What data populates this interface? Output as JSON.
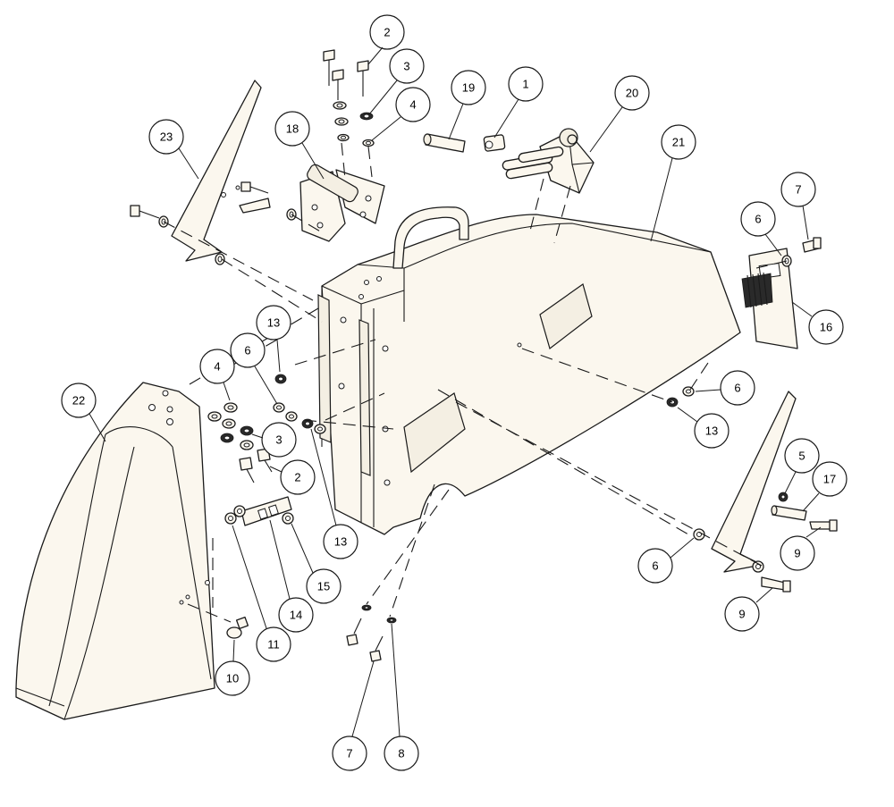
{
  "callouts": [
    {
      "id": "c1",
      "label": "1"
    },
    {
      "id": "c2a",
      "label": "2"
    },
    {
      "id": "c3a",
      "label": "3"
    },
    {
      "id": "c4a",
      "label": "4"
    },
    {
      "id": "c19",
      "label": "19"
    },
    {
      "id": "c20",
      "label": "20"
    },
    {
      "id": "c18",
      "label": "18"
    },
    {
      "id": "c23",
      "label": "23"
    },
    {
      "id": "c21",
      "label": "21"
    },
    {
      "id": "c6a",
      "label": "6"
    },
    {
      "id": "c7a",
      "label": "7"
    },
    {
      "id": "c16",
      "label": "16"
    },
    {
      "id": "c13a",
      "label": "13"
    },
    {
      "id": "c6b",
      "label": "6"
    },
    {
      "id": "c4b",
      "label": "4"
    },
    {
      "id": "c3b",
      "label": "3"
    },
    {
      "id": "c2b",
      "label": "2"
    },
    {
      "id": "c22",
      "label": "22"
    },
    {
      "id": "c13b",
      "label": "13"
    },
    {
      "id": "c6c",
      "label": "6"
    },
    {
      "id": "c13c",
      "label": "13"
    },
    {
      "id": "c5",
      "label": "5"
    },
    {
      "id": "c17",
      "label": "17"
    },
    {
      "id": "c9a",
      "label": "9"
    },
    {
      "id": "c6d",
      "label": "6"
    },
    {
      "id": "c9b",
      "label": "9"
    },
    {
      "id": "c15",
      "label": "15"
    },
    {
      "id": "c14",
      "label": "14"
    },
    {
      "id": "c11",
      "label": "11"
    },
    {
      "id": "c10",
      "label": "10"
    },
    {
      "id": "c7b",
      "label": "7"
    },
    {
      "id": "c8",
      "label": "8"
    }
  ]
}
